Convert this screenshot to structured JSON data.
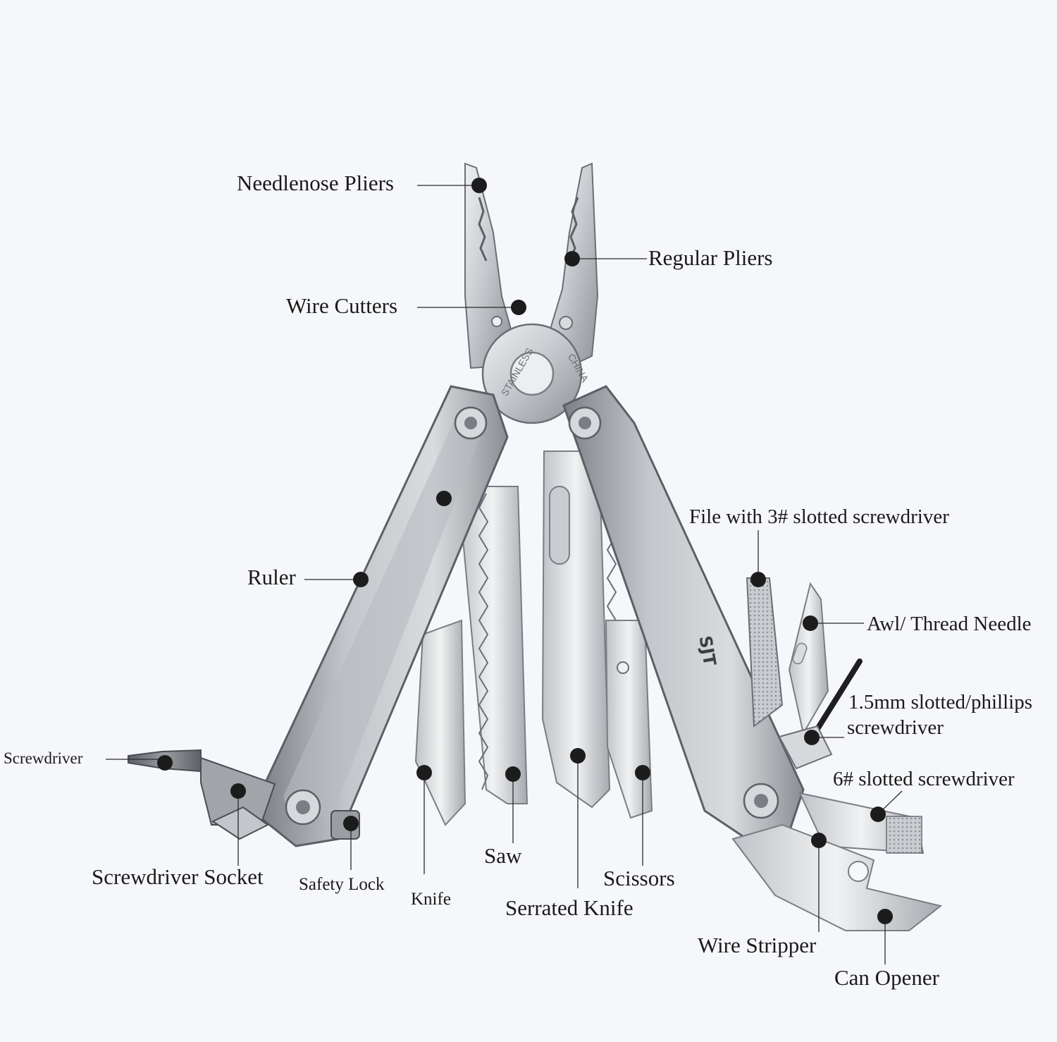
{
  "colors": {
    "background": "#f6f7fa",
    "steel_light": "#d4d7db",
    "steel_mid": "#a9adb3",
    "steel_dark": "#73777d",
    "leader_line": "#2a2a2a",
    "marker_dot": "#1c1c1c"
  },
  "product": {
    "stamp_stainless": "STAINLESS",
    "stamp_china": "CHINA",
    "brand_mark": "SJT"
  },
  "callouts": {
    "needlenose_pliers": "Needlenose Pliers",
    "regular_pliers": "Regular Pliers",
    "wire_cutters": "Wire Cutters",
    "ruler": "Ruler",
    "file": "File with 3# slotted screwdriver",
    "awl": "Awl/ Thread Needle",
    "small_screwdriver_line1": "1.5mm slotted/phillips",
    "small_screwdriver_line2": "screwdriver",
    "slotted_6": "6# slotted screwdriver",
    "screwdriver": "Screwdriver",
    "screwdriver_socket": "Screwdriver Socket",
    "safety_lock": "Safety Lock",
    "knife": "Knife",
    "saw": "Saw",
    "serrated_knife": "Serrated Knife",
    "scissors": "Scissors",
    "wire_stripper": "Wire Stripper",
    "can_opener": "Can Opener"
  }
}
